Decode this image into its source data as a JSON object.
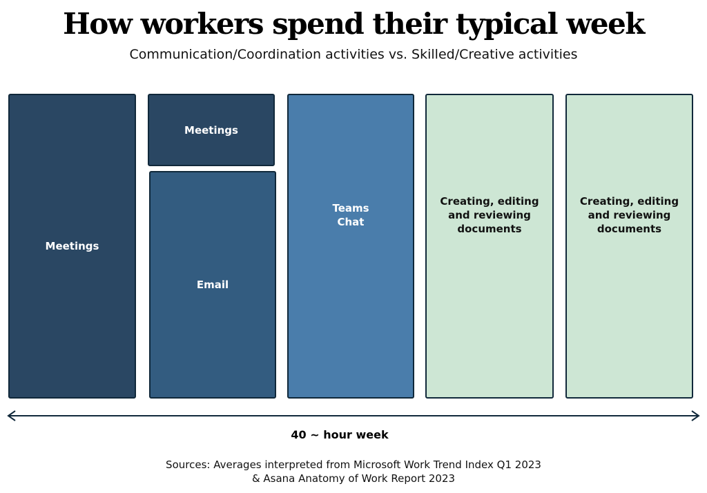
{
  "title": "How workers spend their typical week",
  "subtitle": "Communication/Coordination activities vs. Skilled/Creative activities",
  "blocks": [
    {
      "label": "Meetings",
      "category": "Communication/Coordination"
    },
    {
      "label": "Meetings",
      "category": "Communication/Coordination"
    },
    {
      "label": "Email",
      "category": "Communication/Coordination"
    },
    {
      "label": "Teams Chat",
      "category": "Communication/Coordination"
    },
    {
      "label": "Creating, editing and reviewing documents",
      "category": "Skilled/Creative"
    },
    {
      "label": "Creating, editing and reviewing documents",
      "category": "Skilled/Creative"
    }
  ],
  "axis_label": "40 ~ hour week",
  "sources": [
    "Sources: Averages interpreted from Microsoft Work Trend Index Q1 2023",
    "& Asana Anatomy of Work Report 2023"
  ],
  "colors": {
    "meetings": "#2a4763",
    "email": "#335c80",
    "chat": "#4a7dab",
    "documents": "#cde6d4",
    "outline": "#10283a"
  }
}
